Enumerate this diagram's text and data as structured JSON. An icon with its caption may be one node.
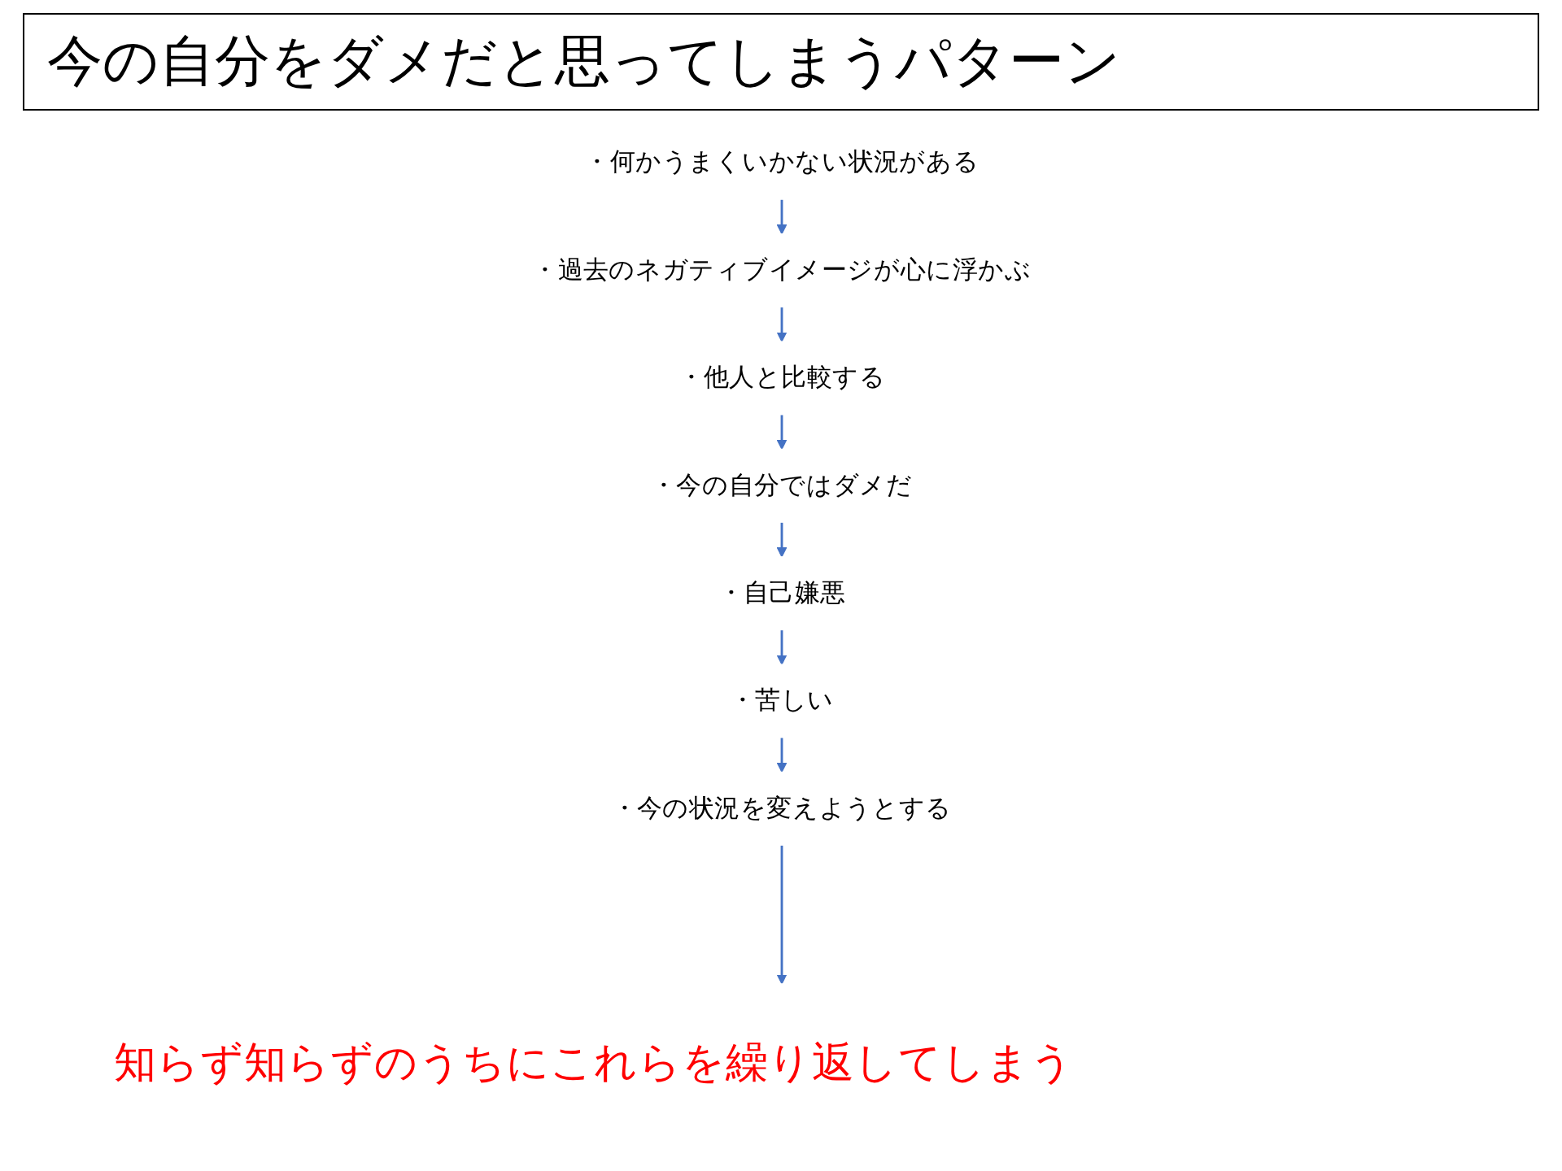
{
  "diagram": {
    "title": "今の自分をダメだと思ってしまうパターン",
    "caption": "知らず知らずのうちにこれらを繰り返してしまう",
    "nodes": [
      {
        "text": [
          "・何かうまくいかない状況がある"
        ]
      },
      {
        "text": [
          "・過去のネガティブイメージが心に浮かぶ"
        ]
      },
      {
        "text": [
          "・他人と比較する"
        ]
      },
      {
        "text": [
          "・今の自分ではダメだ"
        ]
      },
      {
        "text": [
          "・自己嫌悪"
        ]
      },
      {
        "text": [
          "・苦しい"
        ]
      },
      {
        "text": [
          "・今の状況を変えようとする"
        ]
      }
    ],
    "edges": [
      {
        "from": 0,
        "to": 1,
        "arrow": "to"
      },
      {
        "from": 1,
        "to": 2,
        "arrow": "to"
      },
      {
        "from": 2,
        "to": 3,
        "arrow": "to"
      },
      {
        "from": 3,
        "to": 4,
        "arrow": "to"
      },
      {
        "from": 4,
        "to": 5,
        "arrow": "to"
      },
      {
        "from": 5,
        "to": 6,
        "arrow": "to"
      },
      {
        "from": 6,
        "to": null,
        "arrow": "to"
      }
    ]
  }
}
